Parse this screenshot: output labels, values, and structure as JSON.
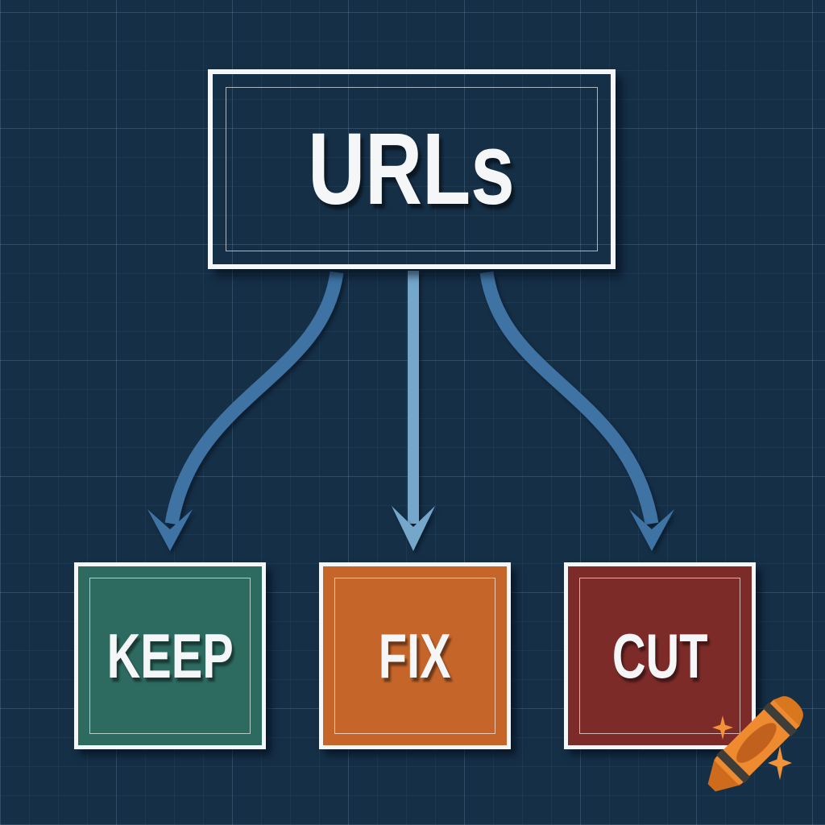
{
  "page": {
    "background": "#152f47",
    "grid_line_faint": "rgba(140,175,210,0.07)",
    "grid_line_bright": "rgba(140,175,210,0.16)",
    "border_white": "#f3f7f9"
  },
  "diagram": {
    "type": "flowchart",
    "root": {
      "label": "URLs",
      "fill": "transparent",
      "text_color": "#f4f6f7"
    },
    "branches": [
      {
        "id": "keep",
        "label": "KEEP",
        "fill": "#2d6a60",
        "text_color": "#f4f6f7"
      },
      {
        "id": "fix",
        "label": "FIX",
        "fill": "#c5652a",
        "text_color": "#f4f6f7"
      },
      {
        "id": "cut",
        "label": "CUT",
        "fill": "#7c2b29",
        "text_color": "#f4f6f7"
      }
    ],
    "edges": [
      {
        "from": "URLs",
        "to": "KEEP",
        "style": "curved-left"
      },
      {
        "from": "URLs",
        "to": "FIX",
        "style": "straight"
      },
      {
        "from": "URLs",
        "to": "CUT",
        "style": "curved-right"
      }
    ],
    "arrow_colors": {
      "side": "#3e73a3",
      "middle": "#74a7ca"
    }
  },
  "watermark": {
    "icon": "crayon-icon",
    "crayon_body": "#ee8a30",
    "crayon_label": "#c2611d",
    "crayon_tip": "#cf6b1d",
    "crayon_cap": "#d9771f",
    "crayon_band": "#3f3d38",
    "sparkle": "#f2933a"
  }
}
